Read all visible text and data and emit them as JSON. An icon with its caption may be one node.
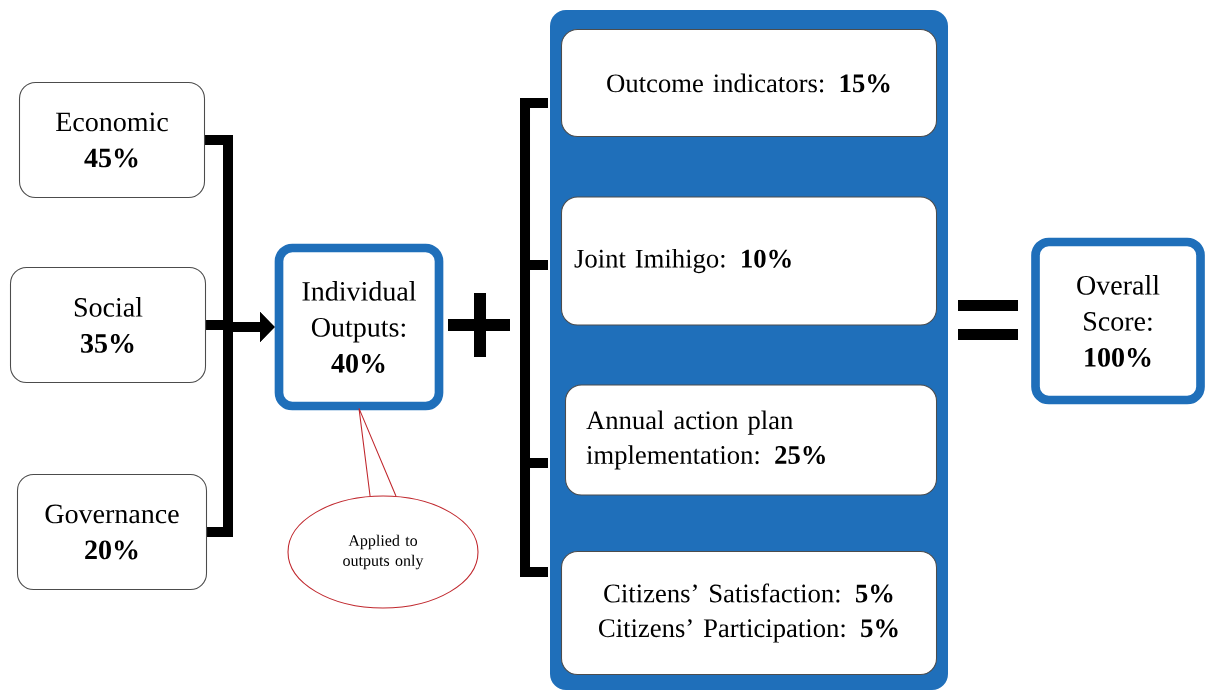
{
  "diagram": {
    "nodes": [
      {
        "text": [
          "Economic",
          "45%"
        ]
      },
      {
        "text": [
          "Social",
          "35%"
        ]
      },
      {
        "text": [
          "Governance",
          "20%"
        ]
      },
      {
        "text": [
          "Individual Outputs:",
          "40%"
        ]
      },
      {
        "text": [
          "Applied to outputs only"
        ]
      },
      {
        "text": [],
        "shape": "box"
      },
      {
        "text": [
          "Outcome indicators: **15%**"
        ],
        "in": 5
      },
      {
        "text": [
          "Joint Imihigo: **10%**"
        ],
        "in": 5
      },
      {
        "text": [
          "Annual action plan implementation: **25%**"
        ],
        "in": 5
      },
      {
        "text": [
          "Citizens’ Satisfaction: **5%**",
          "Citizens’ Participation: **5%**"
        ],
        "in": 5
      },
      {
        "text": [
          "Overall Score:",
          "100%"
        ]
      }
    ],
    "edges": [
      {
        "from": 0,
        "to": 3,
        "arrow": "to"
      },
      {
        "from": 1,
        "to": 3,
        "arrow": "to"
      },
      {
        "from": 2,
        "to": 3,
        "arrow": "to"
      },
      {
        "from": 4,
        "to": 3,
        "arrow": "none",
        "color": "#c0272d"
      }
    ]
  }
}
